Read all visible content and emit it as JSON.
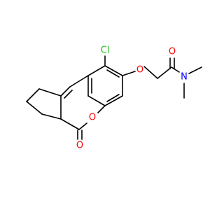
{
  "molecule": {
    "atoms": {
      "chlorine": {
        "label": "Cl",
        "color": "#1fbf1f"
      },
      "ether_oxygen": {
        "label": "O",
        "color": "#ff0000"
      },
      "amide_oxygen": {
        "label": "O",
        "color": "#ff0000"
      },
      "amide_nitrogen": {
        "label": "N",
        "color": "#0000ff"
      },
      "ring_oxygen": {
        "label": "O",
        "color": "#ff0000"
      },
      "lactone_carbonyl_oxygen": {
        "label": "O",
        "color": "#ff0000"
      }
    }
  }
}
